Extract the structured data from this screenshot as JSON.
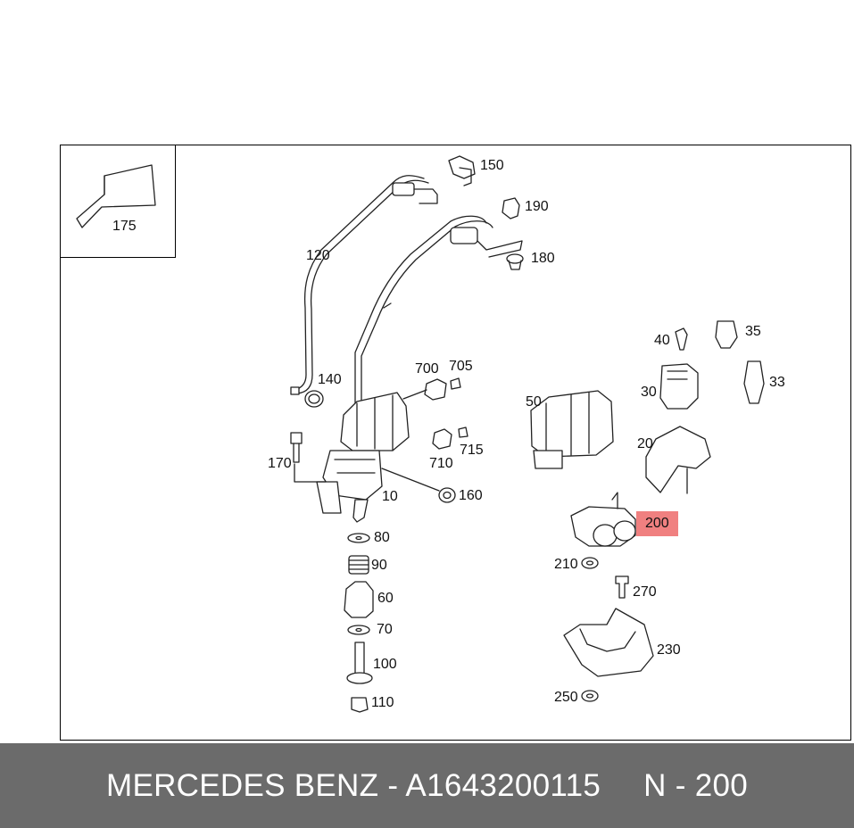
{
  "callouts": {
    "p175": "175",
    "p150": "150",
    "p190": "190",
    "p120": "120",
    "p180": "180",
    "p140": "140",
    "p700": "700",
    "p705": "705",
    "p40": "40",
    "p35": "35",
    "p33": "33",
    "p30": "30",
    "p50": "50",
    "p20": "20",
    "p710": "710",
    "p715": "715",
    "p170": "170",
    "p160": "160",
    "p10": "10",
    "p200": "200",
    "p80": "80",
    "p90": "90",
    "p210": "210",
    "p270": "270",
    "p60": "60",
    "p70": "70",
    "p230": "230",
    "p100": "100",
    "p250": "250",
    "p110": "110"
  },
  "highlight_color": "#f08080",
  "footer": {
    "brand": "MERCEDES BENZ",
    "dash": "-",
    "part_number": "A1643200115",
    "position_label": "N - 200"
  }
}
